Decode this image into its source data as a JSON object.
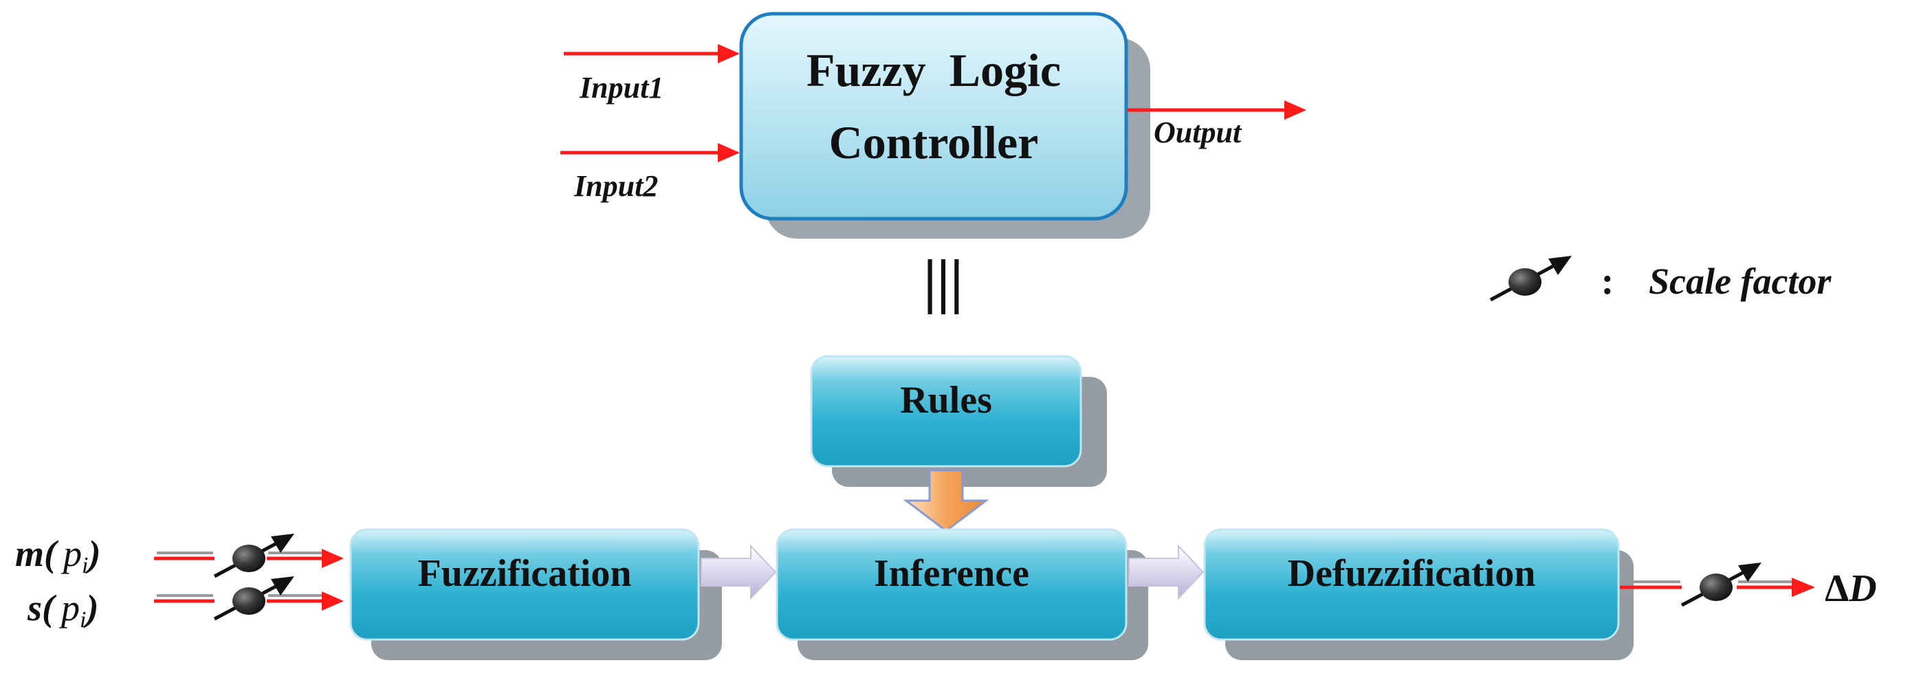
{
  "top_block": {
    "line1": "Fuzzy  Logic",
    "line2": "Controller",
    "input1": "Input1",
    "input2": "Input2",
    "output": "Output"
  },
  "equivalence_symbol": "|||",
  "legend": {
    "separator": ":",
    "label": "Scale factor"
  },
  "blocks": {
    "rules": "Rules",
    "fuzzification": "Fuzzification",
    "inference": "Inference",
    "defuzzification": "Defuzzification"
  },
  "signals": {
    "m_func": "m(",
    "s_func": "s(",
    "p": "p",
    "sub": "i",
    "close": ")",
    "delta": "Δ",
    "D": "D"
  },
  "colors": {
    "arrow_red": "#ff1a1a",
    "box_border": "#1e7ec2",
    "shadow": "#96a0a8",
    "rules_arrow": "#f0a050"
  }
}
